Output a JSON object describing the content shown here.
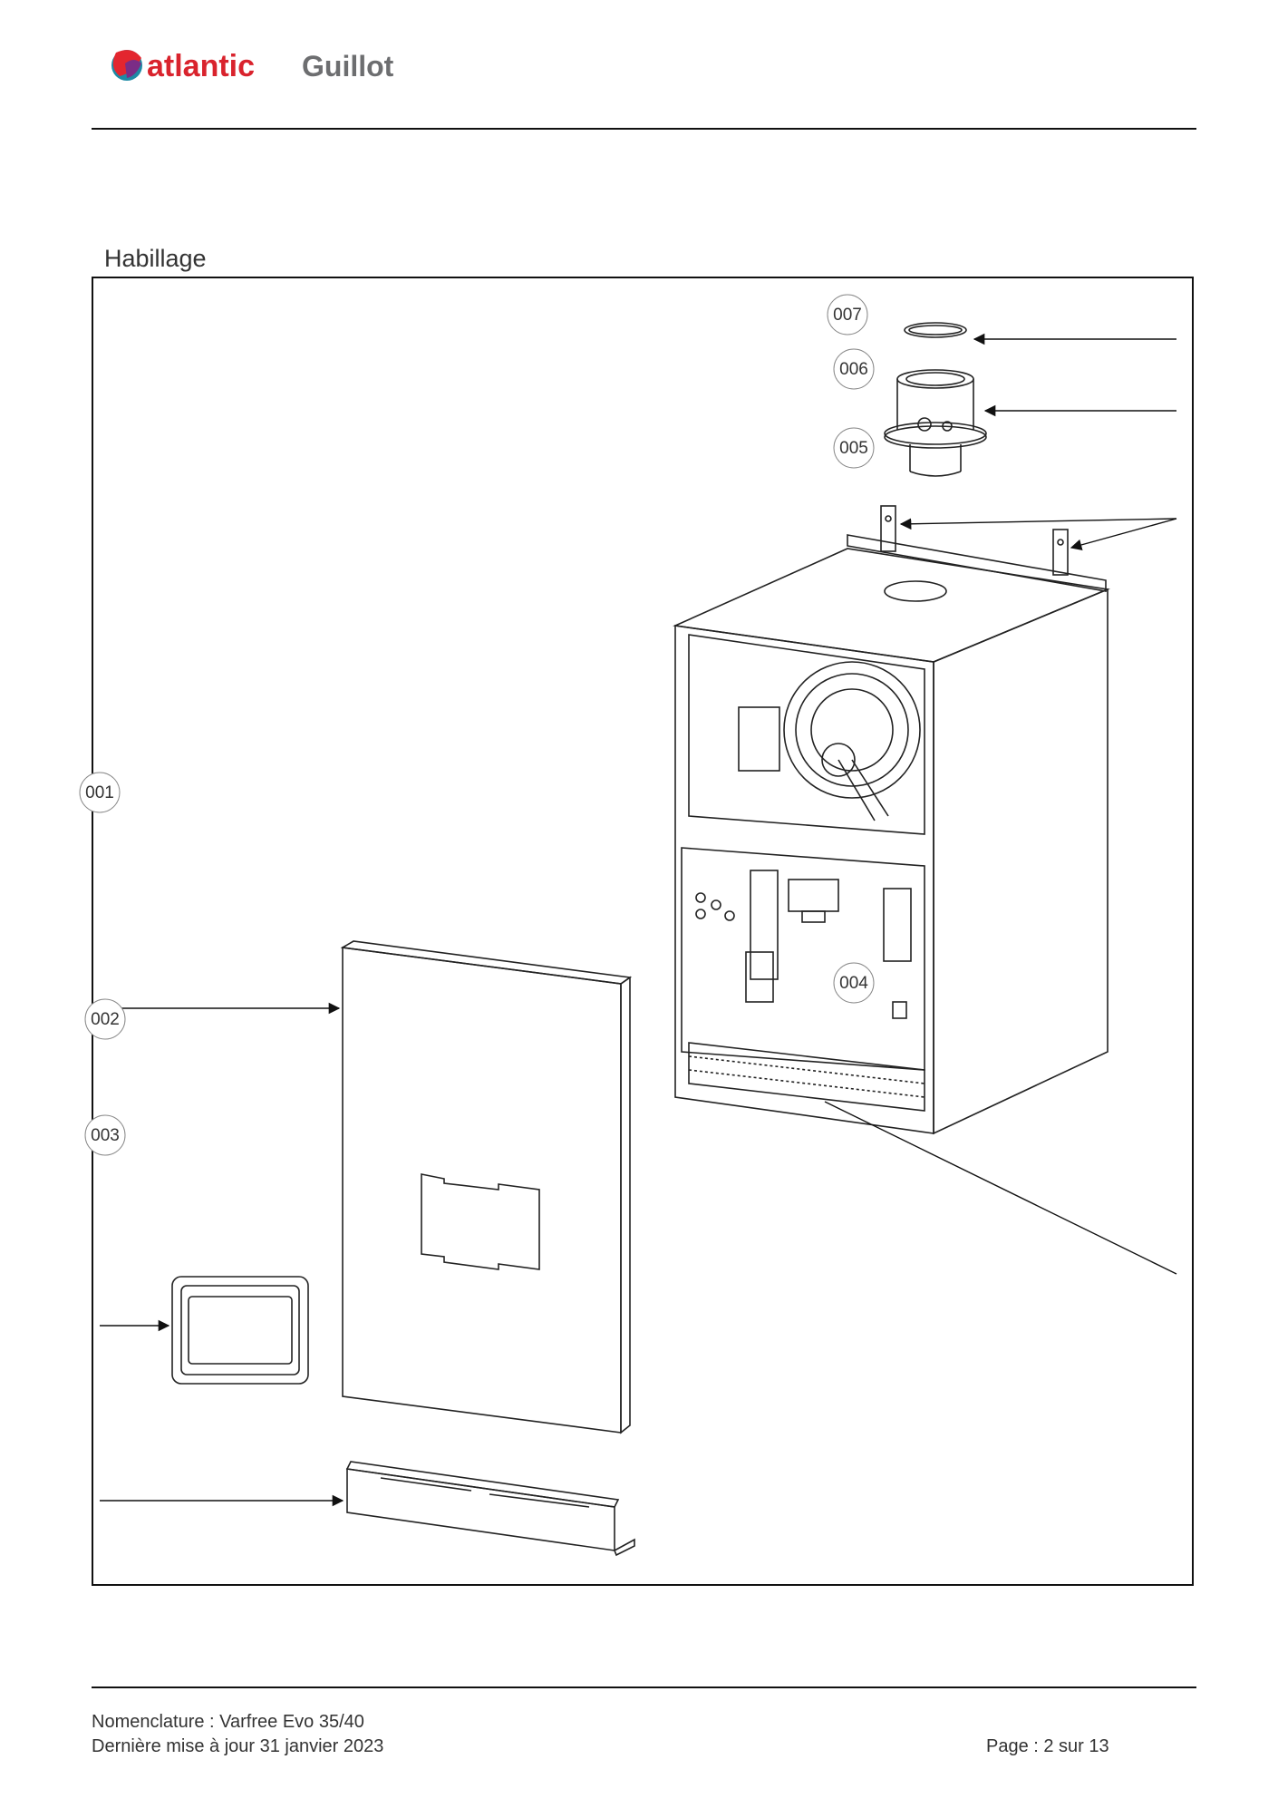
{
  "header": {
    "logo_text_1": "atlantic",
    "logo_text_2": "Guillot"
  },
  "section": {
    "title": "Habillage"
  },
  "callouts": [
    {
      "id": "c001",
      "label": "001"
    },
    {
      "id": "c002",
      "label": "002"
    },
    {
      "id": "c003",
      "label": "003"
    },
    {
      "id": "c004",
      "label": "004"
    },
    {
      "id": "c005",
      "label": "005"
    },
    {
      "id": "c006",
      "label": "006"
    },
    {
      "id": "c007",
      "label": "007"
    }
  ],
  "footer": {
    "nomenclature": "Nomenclature : Varfree Evo 35/40",
    "last_update": "Dernière mise à jour 31 janvier 2023",
    "page": "Page : 2 sur 13"
  },
  "colors": {
    "logo_red": "#e3262f",
    "logo_teal": "#1d8aa5",
    "logo_purple": "#7b2d86",
    "logo_text_red": "#d9232d",
    "logo_text_gray": "#6d6e70"
  }
}
